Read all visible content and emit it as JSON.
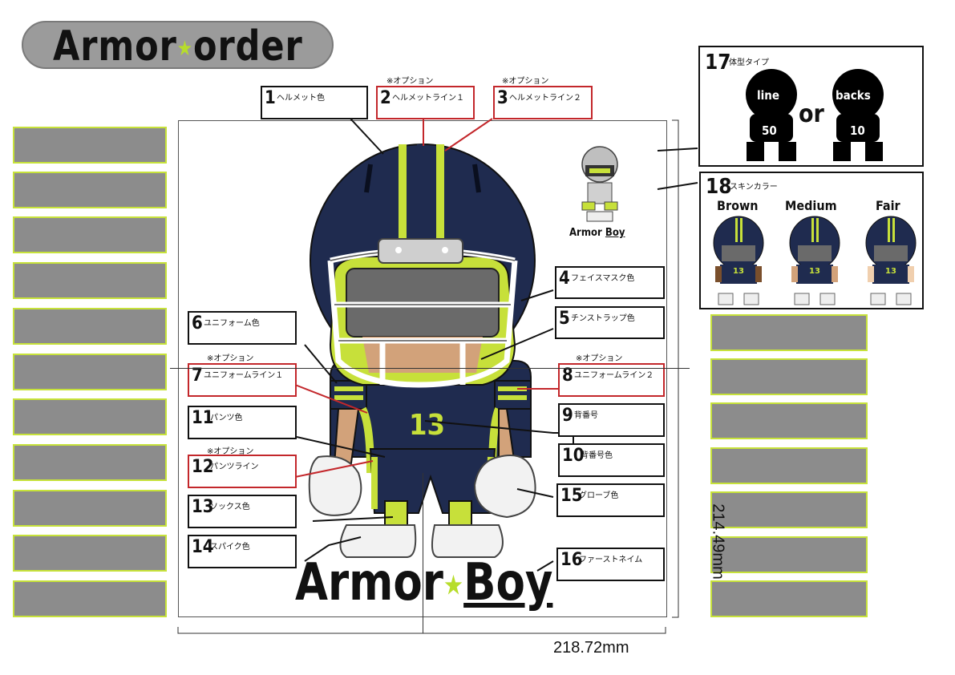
{
  "header": {
    "title_part1": "Armor",
    "title_part2": "order",
    "star": "★"
  },
  "measurements": {
    "width": "218.72mm",
    "height": "214.49mm"
  },
  "logo": {
    "part1": "Armor",
    "part2": "Boy",
    "star": "★"
  },
  "small_logo": {
    "text1": "Armor",
    "text2": "Boy"
  },
  "jersey_number": "13",
  "options_note": "※オプション",
  "labels": [
    {
      "num": "1",
      "text": "ヘルメット色"
    },
    {
      "num": "2",
      "text": "ヘルメットライン１"
    },
    {
      "num": "3",
      "text": "ヘルメットライン２"
    },
    {
      "num": "4",
      "text": "フェイスマスク色"
    },
    {
      "num": "5",
      "text": "チンストラップ色"
    },
    {
      "num": "6",
      "text": "ユニフォーム色"
    },
    {
      "num": "7",
      "text": "ユニフォームライン１"
    },
    {
      "num": "8",
      "text": "ユニフォームライン２"
    },
    {
      "num": "9",
      "text": "背番号"
    },
    {
      "num": "10",
      "text": "背番号色"
    },
    {
      "num": "11",
      "text": "パンツ色"
    },
    {
      "num": "12",
      "text": "パンツライン"
    },
    {
      "num": "13",
      "text": "ソックス色"
    },
    {
      "num": "14",
      "text": "スパイク色"
    },
    {
      "num": "15",
      "text": "グローブ色"
    },
    {
      "num": "16",
      "text": "ファーストネイム"
    }
  ],
  "body_type": {
    "num": "17",
    "title": "体型タイプ",
    "option_a": "line",
    "number_a": "50",
    "or": "or",
    "option_b": "backs",
    "number_b": "10"
  },
  "skin": {
    "num": "18",
    "title": "スキンカラー",
    "tones": [
      "Brown",
      "Medium",
      "Fair"
    ],
    "number": "13"
  },
  "colors": {
    "helmet": "#1f2b4f",
    "accent": "#c7e03a",
    "slot": "#8c8c8c",
    "slot_border": "#c7e23a",
    "red": "#c3272b"
  }
}
